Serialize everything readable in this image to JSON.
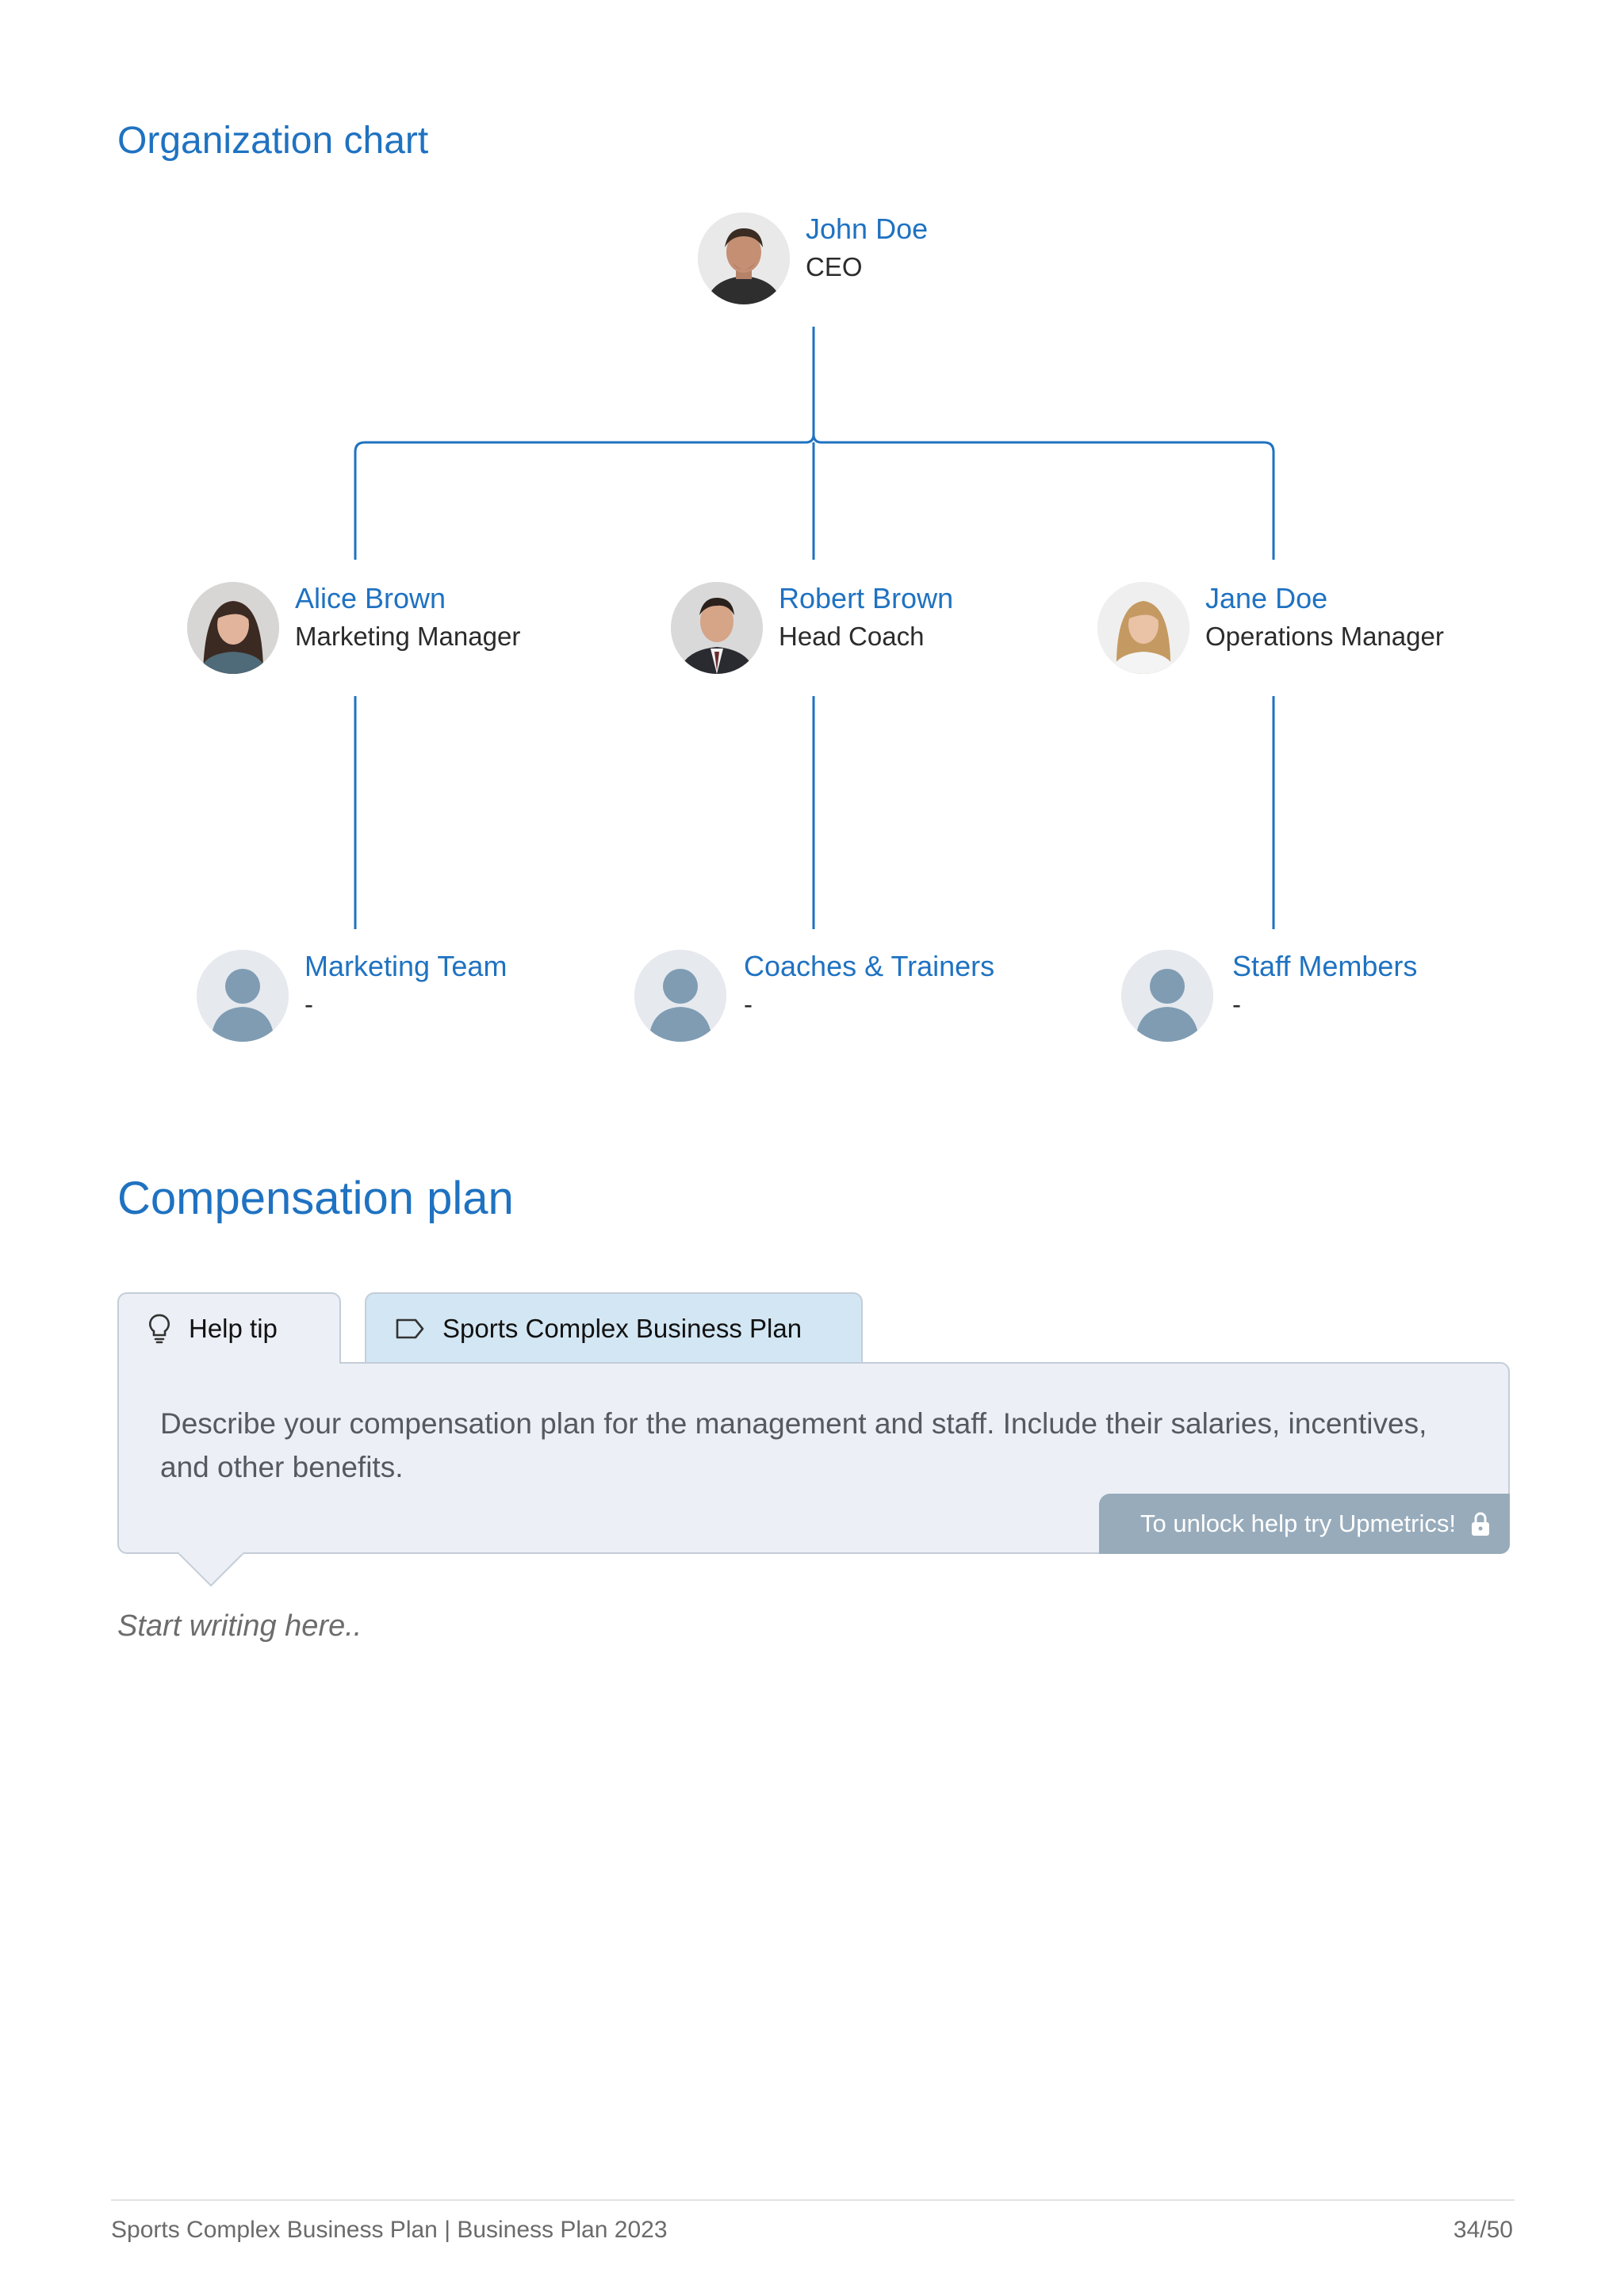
{
  "org_chart": {
    "title": "Organization chart",
    "ceo": {
      "name": "John Doe",
      "role": "CEO"
    },
    "managers": [
      {
        "name": "Alice Brown",
        "role": "Marketing Manager"
      },
      {
        "name": "Robert Brown",
        "role": "Head Coach"
      },
      {
        "name": "Jane Doe",
        "role": "Operations Manager"
      }
    ],
    "teams": [
      {
        "name": "Marketing Team",
        "role": "-"
      },
      {
        "name": "Coaches & Trainers",
        "role": "-"
      },
      {
        "name": "Staff Members",
        "role": "-"
      }
    ],
    "line_color": "#1f72c1"
  },
  "compensation": {
    "title": "Compensation plan",
    "tab_help_label": "Help tip",
    "tab_plan_label": "Sports Complex Business Plan",
    "help_text": "Describe your compensation plan for the management and staff. Include their salaries, incentives, and other benefits.",
    "unlock_label": "To unlock help try Upmetrics!",
    "placeholder": "Start writing here.."
  },
  "footer": {
    "left": "Sports Complex Business Plan | Business Plan 2023",
    "right": "34/50"
  },
  "colors": {
    "accent": "#1f72c1",
    "help_bg": "#eceff5",
    "tab_active_bg": "#d3e6f3",
    "unlock_bg": "#97abbb"
  }
}
